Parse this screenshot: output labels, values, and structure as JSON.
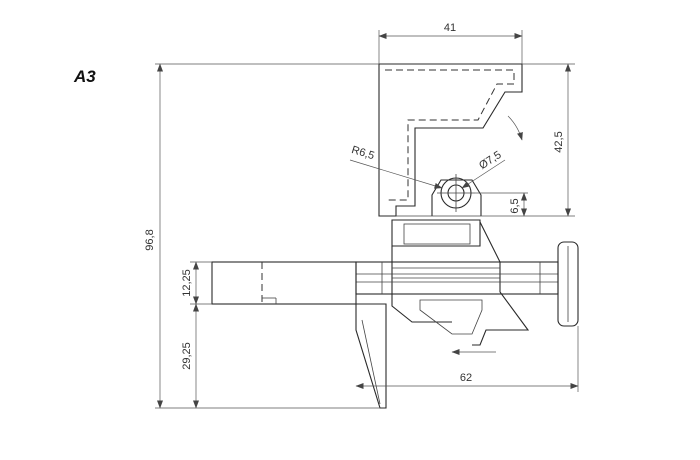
{
  "label": "A3",
  "dimensions": {
    "top_width": "41",
    "right_height": "42,5",
    "small_height": "6,5",
    "radius": "R6,5",
    "diameter": "Ø7,5",
    "total_height": "96,8",
    "upper_left": "12,25",
    "lower_left": "29,25",
    "bottom_width": "62"
  }
}
